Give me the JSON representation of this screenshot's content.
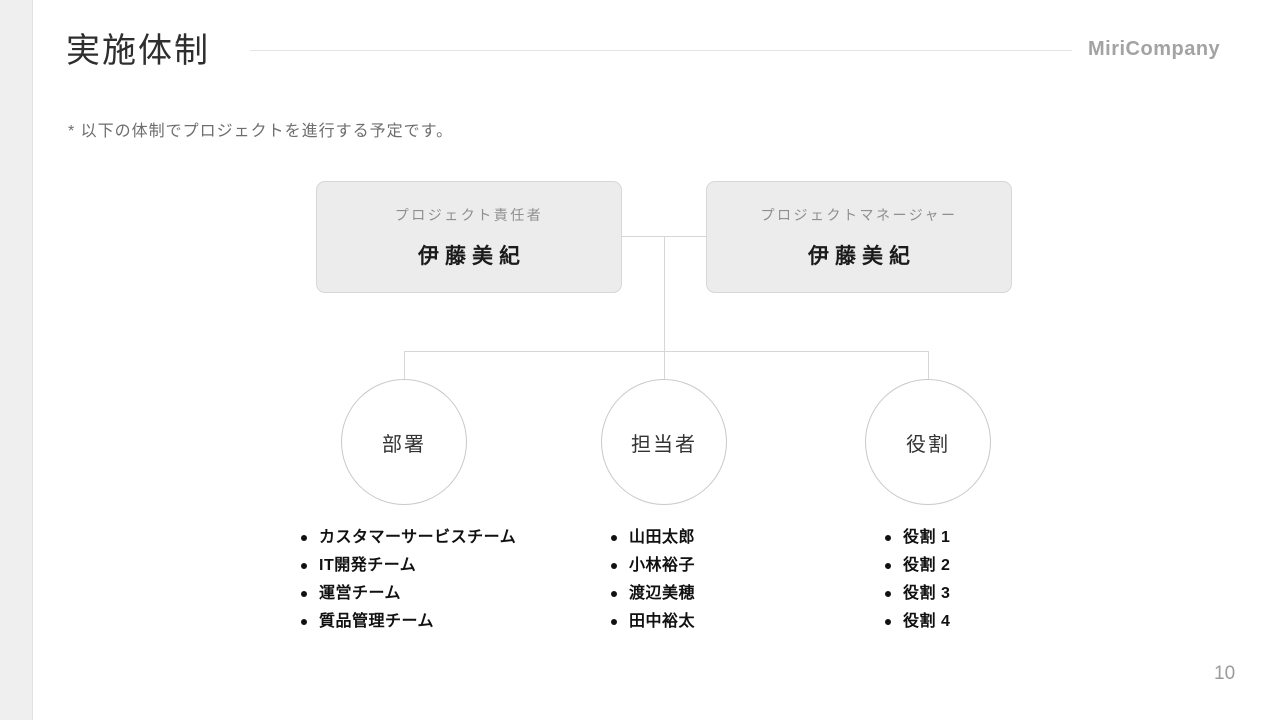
{
  "slide": {
    "title": "実施体制",
    "brand": "MiriCompany",
    "note": "* 以下の体制でプロジェクトを進行する予定です。",
    "page_number": "10"
  },
  "org_chart": {
    "top_boxes": [
      {
        "role": "プロジェクト責任者",
        "name": "伊藤美紀"
      },
      {
        "role": "プロジェクトマネージャー",
        "name": "伊藤美紀"
      }
    ],
    "groups": [
      {
        "label": "部署",
        "items": [
          "カスタマーサービスチーム",
          "IT開発チーム",
          "運営チーム",
          "質品管理チーム"
        ]
      },
      {
        "label": "担当者",
        "items": [
          "山田太郎",
          "小林裕子",
          "渡辺美穂",
          "田中裕太"
        ]
      },
      {
        "label": "役割",
        "items": [
          "役割 1",
          "役割 2",
          "役割 3",
          "役割 4"
        ]
      }
    ],
    "colors": {
      "box_fill": "#ececec",
      "box_border": "#d7d7d7",
      "connector_line": "#d6d6d6",
      "circle_border": "#c9c9c9",
      "muted_text": "#8f8f8f",
      "sidebar_strip": "#efefef"
    }
  }
}
